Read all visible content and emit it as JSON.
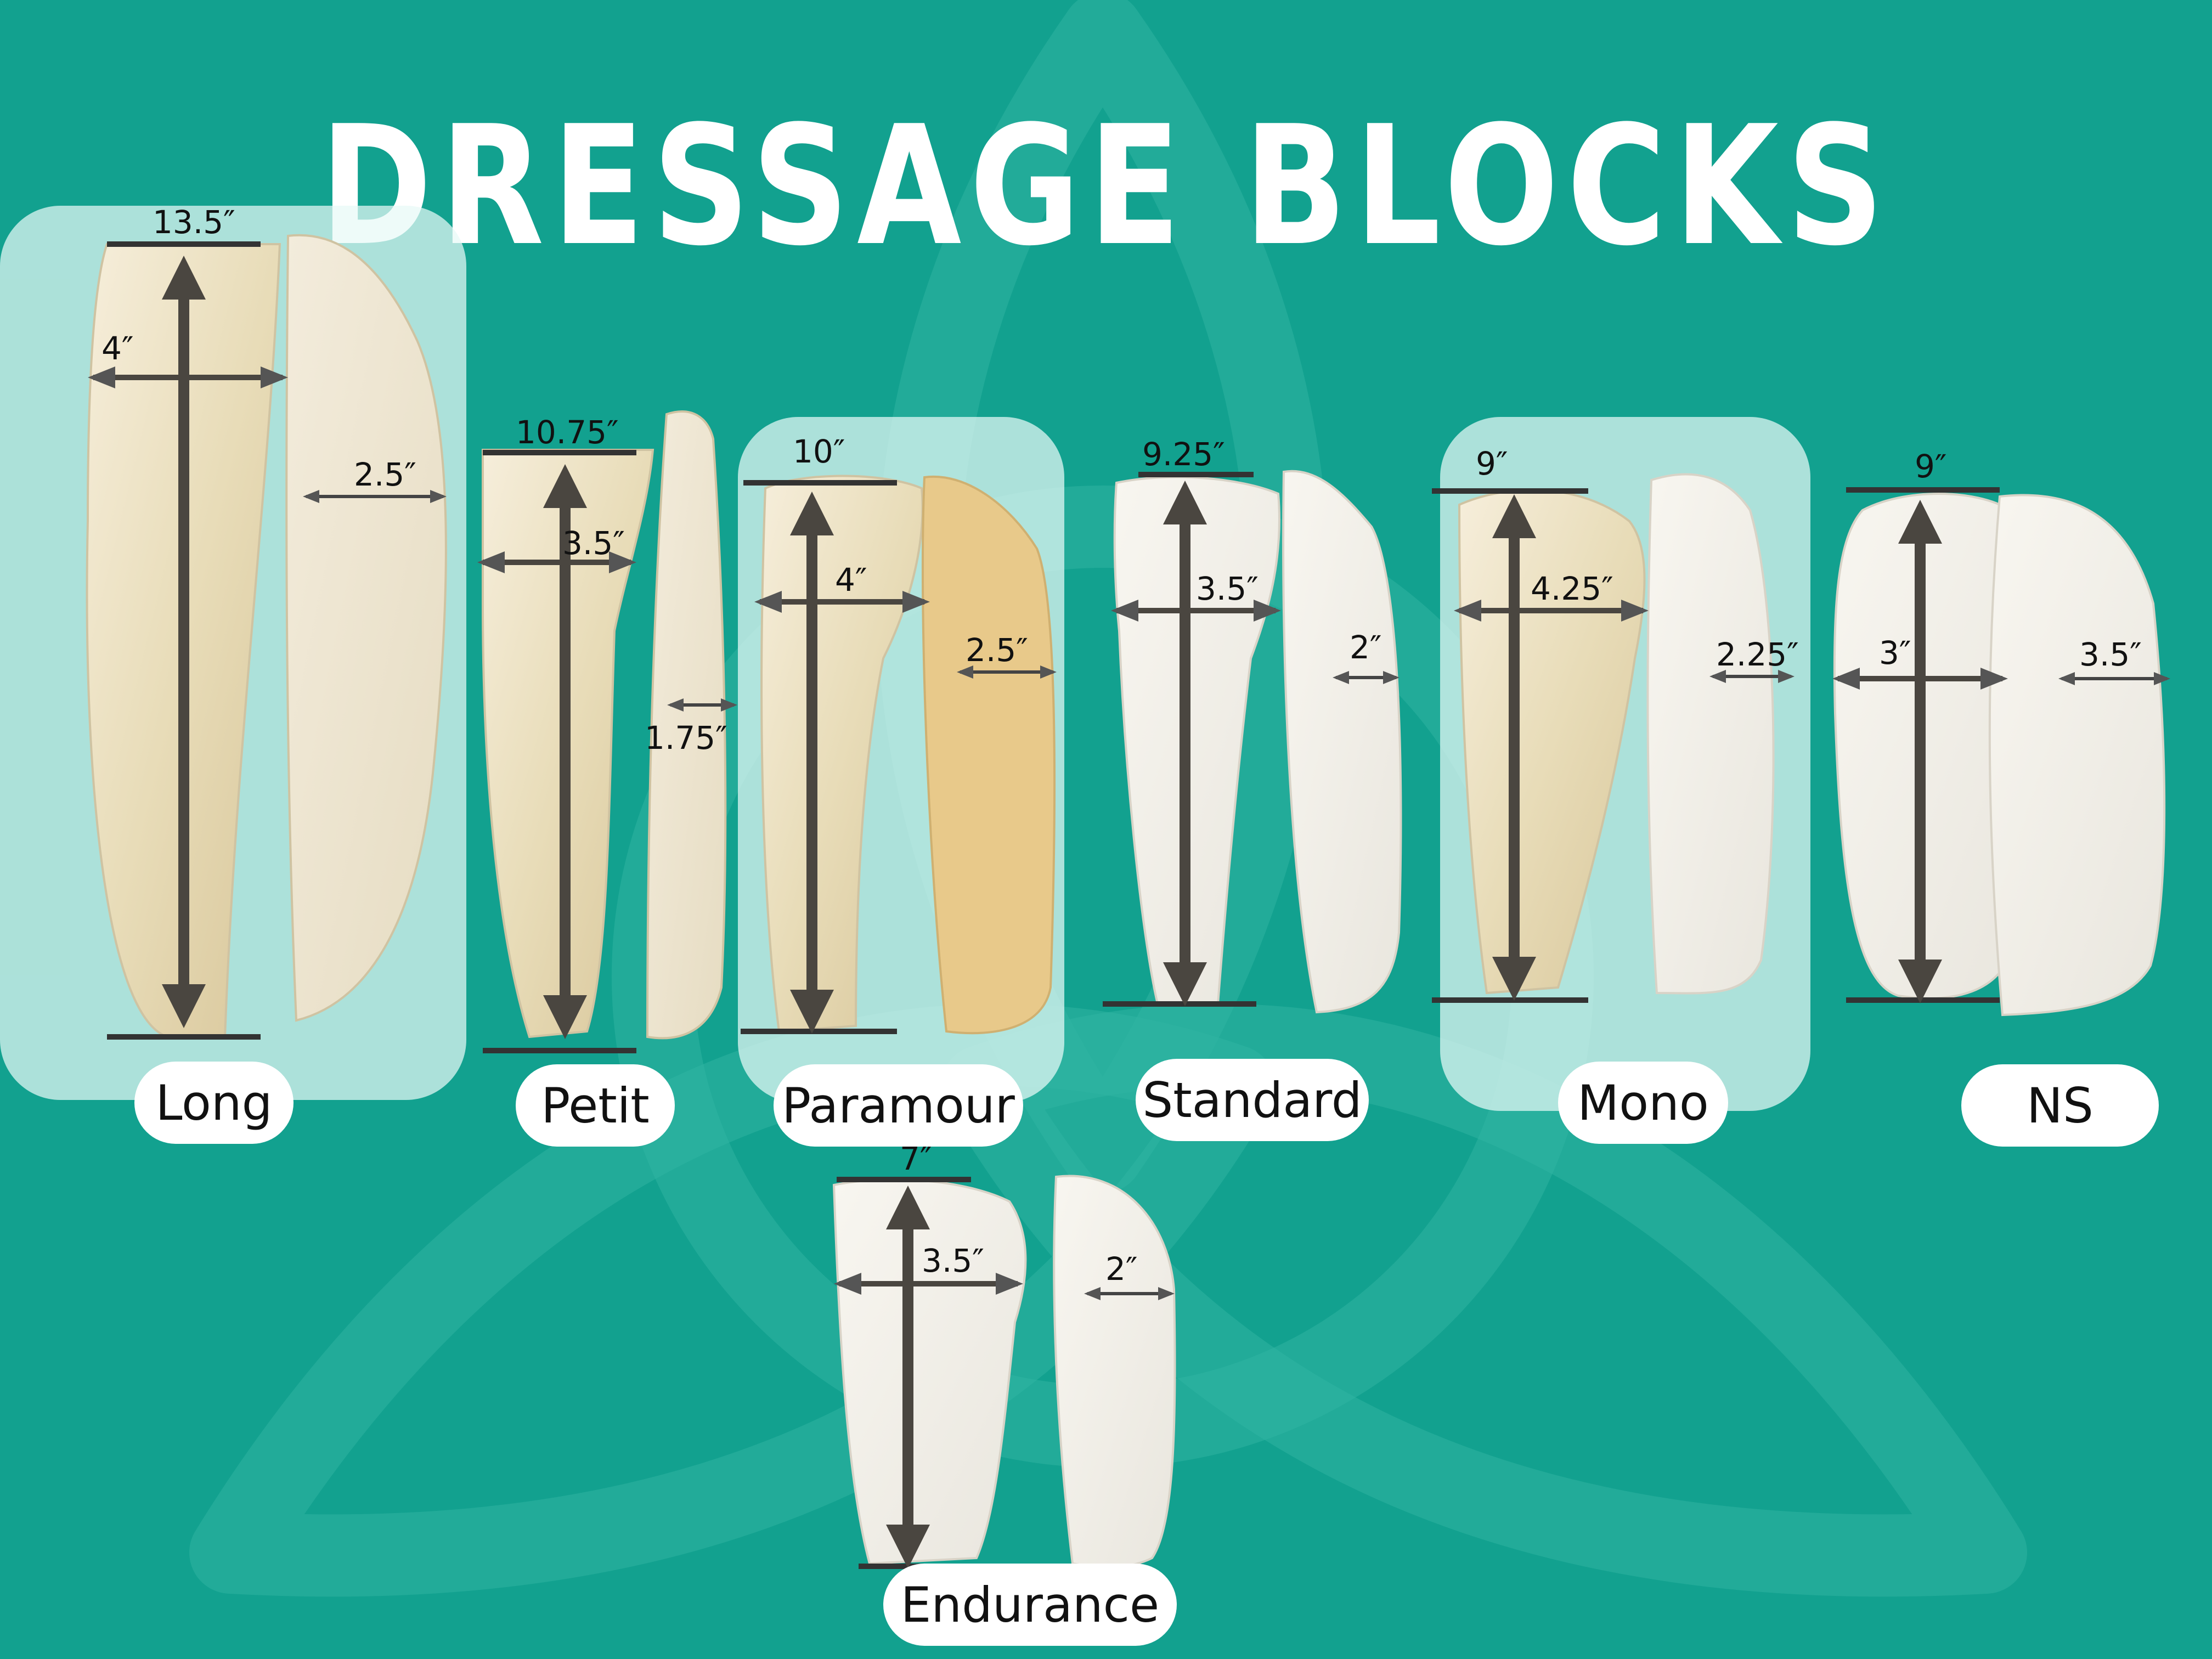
{
  "title": "DRESSAGE BLOCKS",
  "colors": {
    "background": "#12a18f",
    "highlight": "#e8faf6",
    "block": "#ede3c6",
    "arrow": "#4a4640",
    "label_bg": "#ffffff"
  },
  "blocks": [
    {
      "name": "Long",
      "length": "13.5″",
      "width": "4″",
      "depth": "2.5″",
      "highlighted": true
    },
    {
      "name": "Petit",
      "length": "10.75″",
      "width": "3.5″",
      "depth": "1.75″",
      "highlighted": false
    },
    {
      "name": "Paramour",
      "length": "10″",
      "width": "4″",
      "depth": "2.5″",
      "highlighted": true
    },
    {
      "name": "Standard",
      "length": "9.25″",
      "width": "3.5″",
      "depth": "2″",
      "highlighted": false
    },
    {
      "name": "Mono",
      "length": "9″",
      "width": "4.25″",
      "depth": "2.25″",
      "highlighted": true
    },
    {
      "name": "NS",
      "length": "9″",
      "width": "3″",
      "depth": "3.5″",
      "highlighted": false
    },
    {
      "name": "Endurance",
      "length": "7″",
      "width": "3.5″",
      "depth": "2″",
      "highlighted": false
    }
  ]
}
